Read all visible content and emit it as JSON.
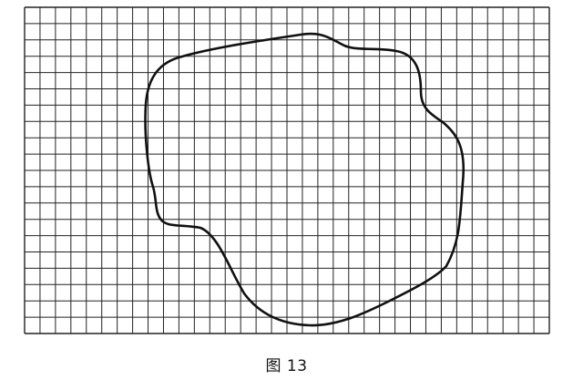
{
  "figure": {
    "caption": "图 13",
    "grid": {
      "columns": 34,
      "rows": 20,
      "line_color": "#222222"
    },
    "shape": {
      "type": "irregular-closed-curve",
      "stroke_color": "#111111"
    }
  }
}
